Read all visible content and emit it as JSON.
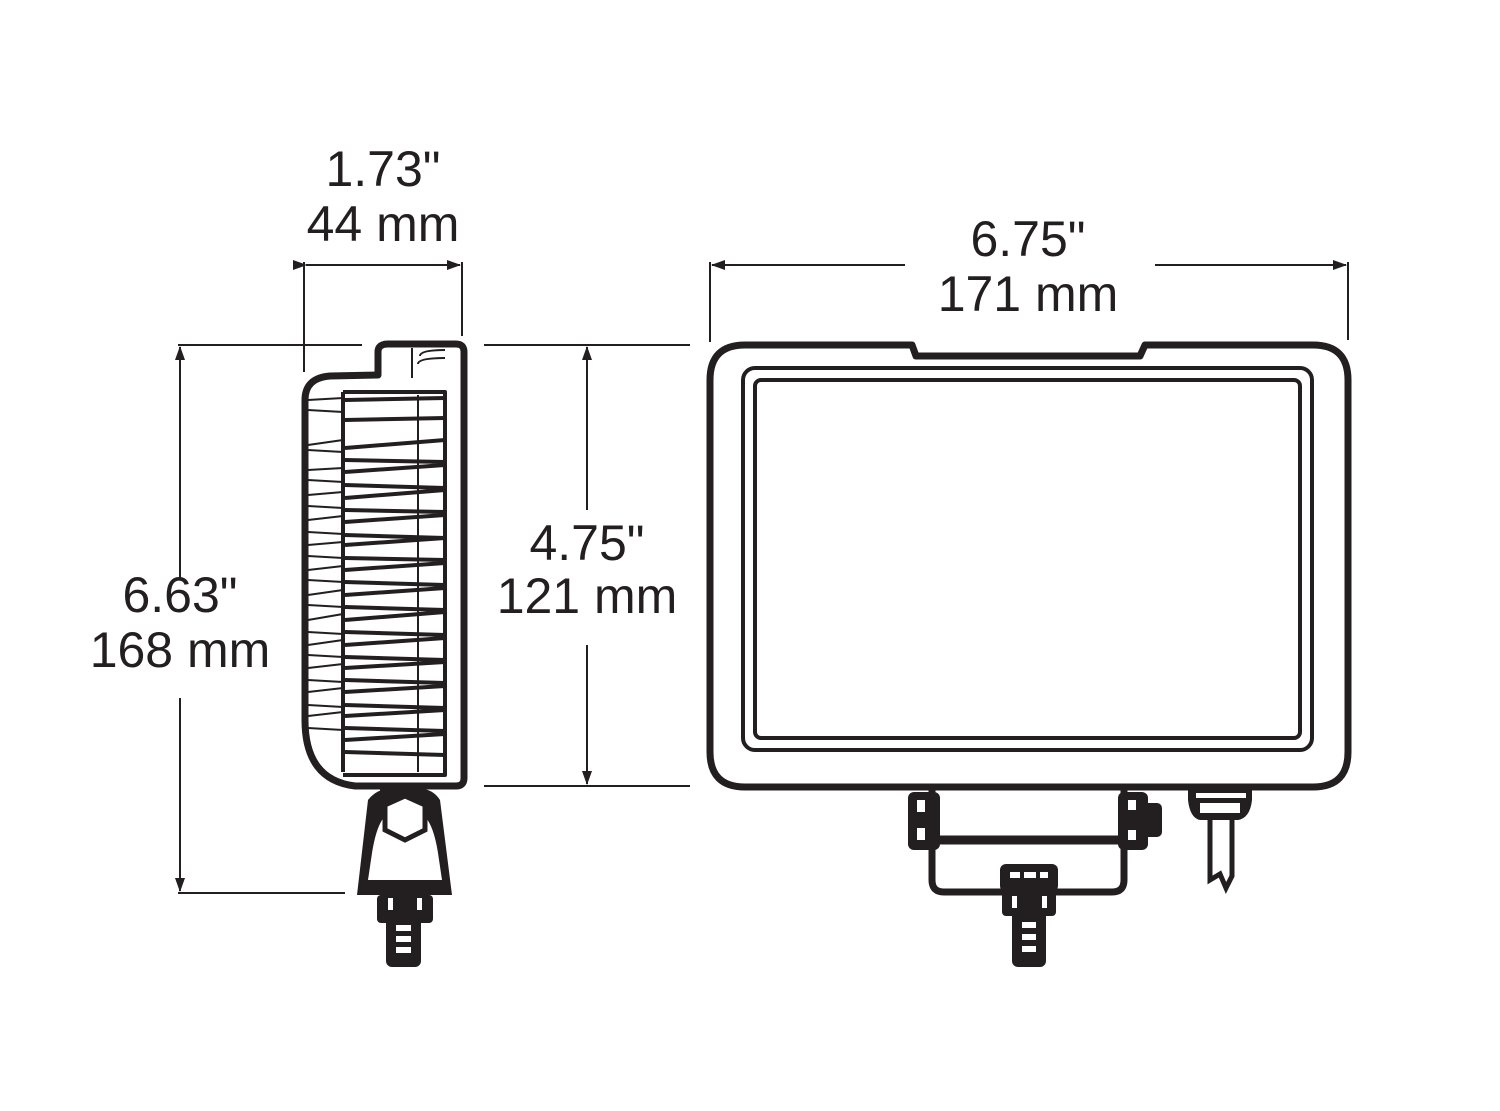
{
  "dimensions": {
    "depth": {
      "inches": "1.73\"",
      "mm": "44 mm"
    },
    "overall_height": {
      "inches": "6.63\"",
      "mm": "168 mm"
    },
    "lens_height": {
      "inches": "4.75\"",
      "mm": "121 mm"
    },
    "width": {
      "inches": "6.75\"",
      "mm": "171 mm"
    }
  },
  "colors": {
    "line": "#231f20",
    "background": "#ffffff"
  }
}
